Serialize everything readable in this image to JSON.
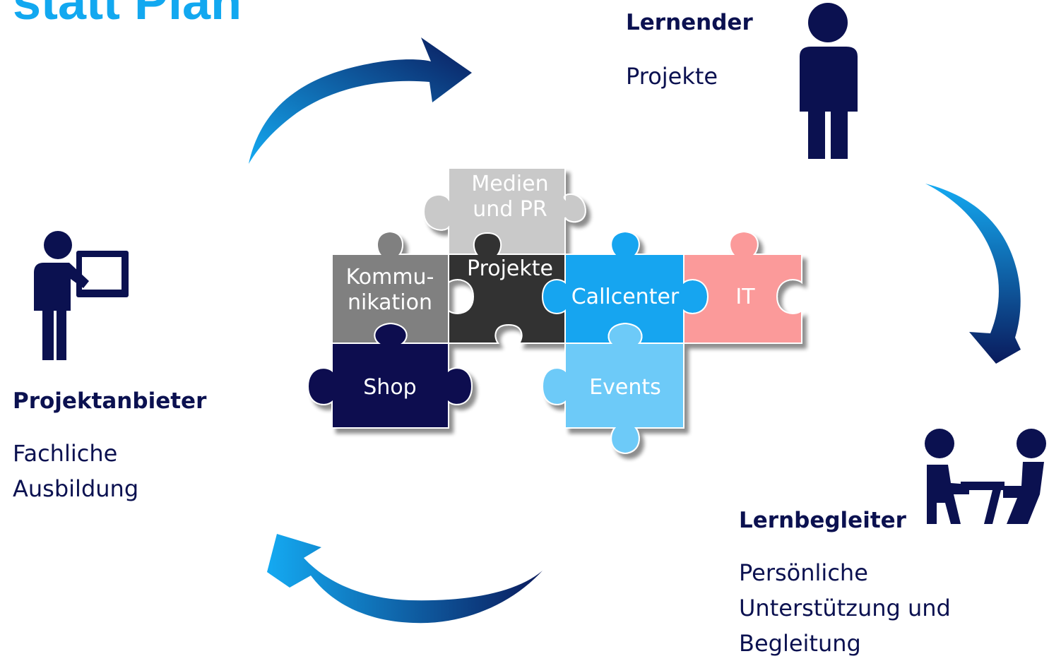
{
  "title": "statt Plan",
  "roles": {
    "lernender": {
      "name": "Lernender",
      "desc": [
        "Projekte"
      ]
    },
    "projektanbieter": {
      "name": "Projektanbieter",
      "desc": [
        "Fachliche",
        "Ausbildung"
      ]
    },
    "lernbegleiter": {
      "name": "Lernbegleiter",
      "desc": [
        "Persönliche",
        "Unterstützung und",
        "Begleitung"
      ]
    }
  },
  "puzzle": {
    "medien": {
      "line1": "Medien",
      "line2": "und  PR",
      "color": "#c9c9c9"
    },
    "kommunikation": {
      "line1": "Kommu-",
      "line2": "nikation",
      "color": "#808080"
    },
    "projekte": {
      "label": "Projekte",
      "color": "#333333"
    },
    "callcenter": {
      "label": "Callcenter",
      "color": "#14a5f0"
    },
    "it": {
      "label": "IT",
      "color": "#fb9a9a"
    },
    "shop": {
      "label": "Shop",
      "color": "#0b1150"
    },
    "events": {
      "label": "Events",
      "color": "#6dcaf8"
    }
  },
  "icons": {
    "person": "person-icon",
    "presenter": "presenter-icon",
    "meeting": "meeting-icon"
  },
  "colors": {
    "navy": "#0b1150",
    "accent": "#12a8f0"
  }
}
